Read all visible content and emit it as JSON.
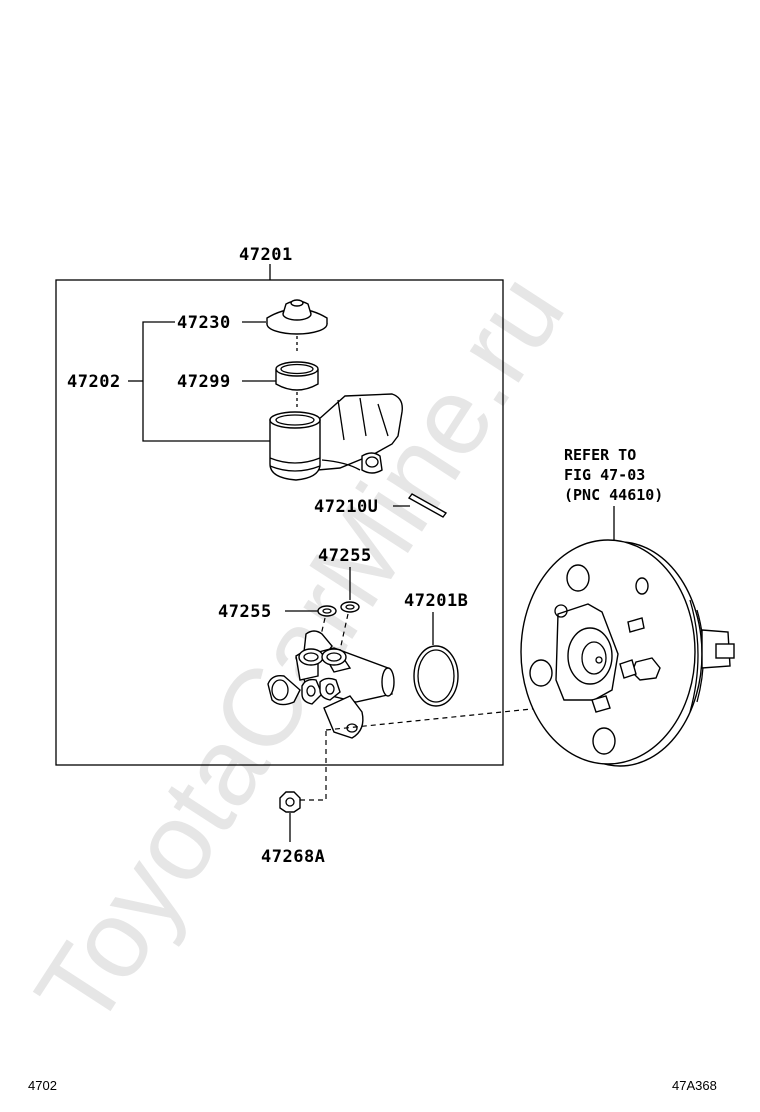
{
  "watermark": "ToyotaCarMine.ru",
  "callouts": {
    "assembly": "47201",
    "cap": "47230",
    "reservoir_sub": "47202",
    "grommet": "47299",
    "pin": "47210U",
    "gasket_top": "47255",
    "gasket_left": "47255",
    "o_ring": "47201B",
    "nut": "47268A"
  },
  "reference": {
    "line1": "REFER TO",
    "line2": "FIG 47-03",
    "line3": "(PNC 44610)"
  },
  "footer": {
    "page_code": "4702",
    "figure_code": "47A368"
  }
}
